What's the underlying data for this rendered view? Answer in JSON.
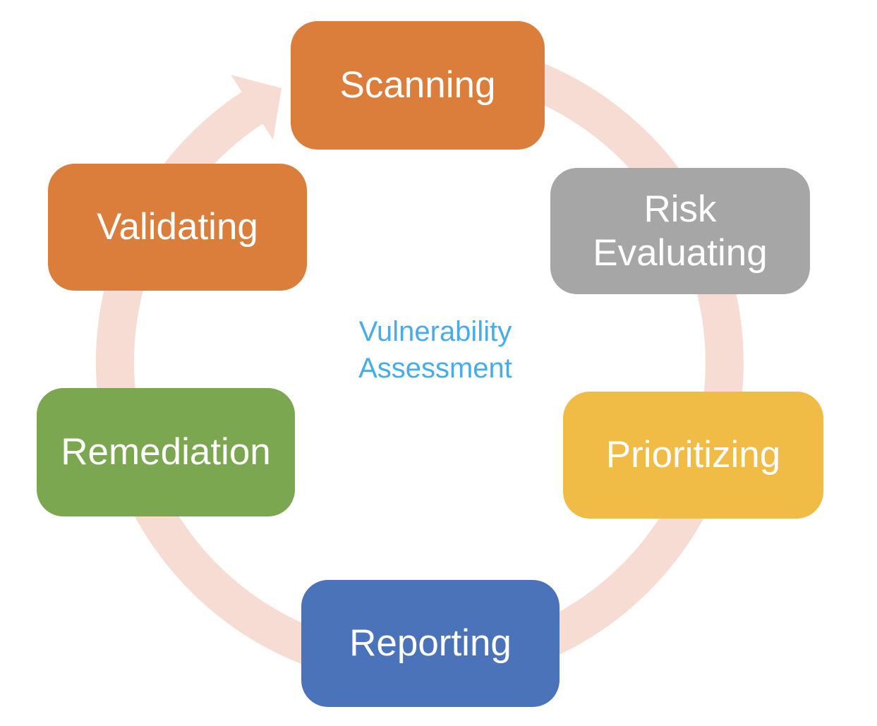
{
  "diagram": {
    "title": {
      "line1": "Vulnerability",
      "line2": "Assessment",
      "color": "#47ACEA"
    },
    "stages": [
      {
        "label": "Scanning",
        "position": "top",
        "color": "#DB7E3C"
      },
      {
        "label": "Risk Evaluating",
        "position": "top-right",
        "color": "#A6A6A6"
      },
      {
        "label": "Prioritizing",
        "position": "bottom-right",
        "color": "#F0BC46"
      },
      {
        "label": "Reporting",
        "position": "bottom",
        "color": "#4B73B9"
      },
      {
        "label": "Remediation",
        "position": "bottom-left",
        "color": "#7CA751"
      },
      {
        "label": "Validating",
        "position": "top-left",
        "color": "#DB7E3C"
      }
    ],
    "cycle_direction": "clockwise",
    "ring_color": "#F6DCD2",
    "label_text_color": "#FFFFFF",
    "background_color": "#FFFFFF"
  }
}
